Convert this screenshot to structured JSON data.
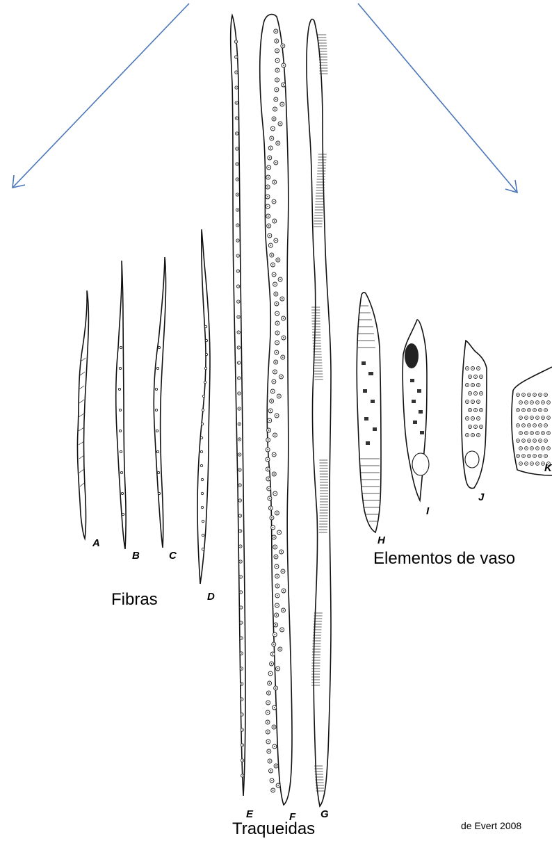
{
  "colors": {
    "arrow": "#4a76b8",
    "ink": "#111111",
    "background": "#ffffff"
  },
  "labels": {
    "cells": {
      "a": "A",
      "b": "B",
      "c": "C",
      "d": "D",
      "e": "E",
      "f": "F",
      "g": "G",
      "h": "H",
      "i": "I",
      "j": "J",
      "k": "K"
    },
    "groups": {
      "fibras": "Fibras",
      "traqueidas": "Traqueidas",
      "elementos_de_vaso": "Elementos de vaso"
    },
    "credit": "de Evert 2008"
  }
}
